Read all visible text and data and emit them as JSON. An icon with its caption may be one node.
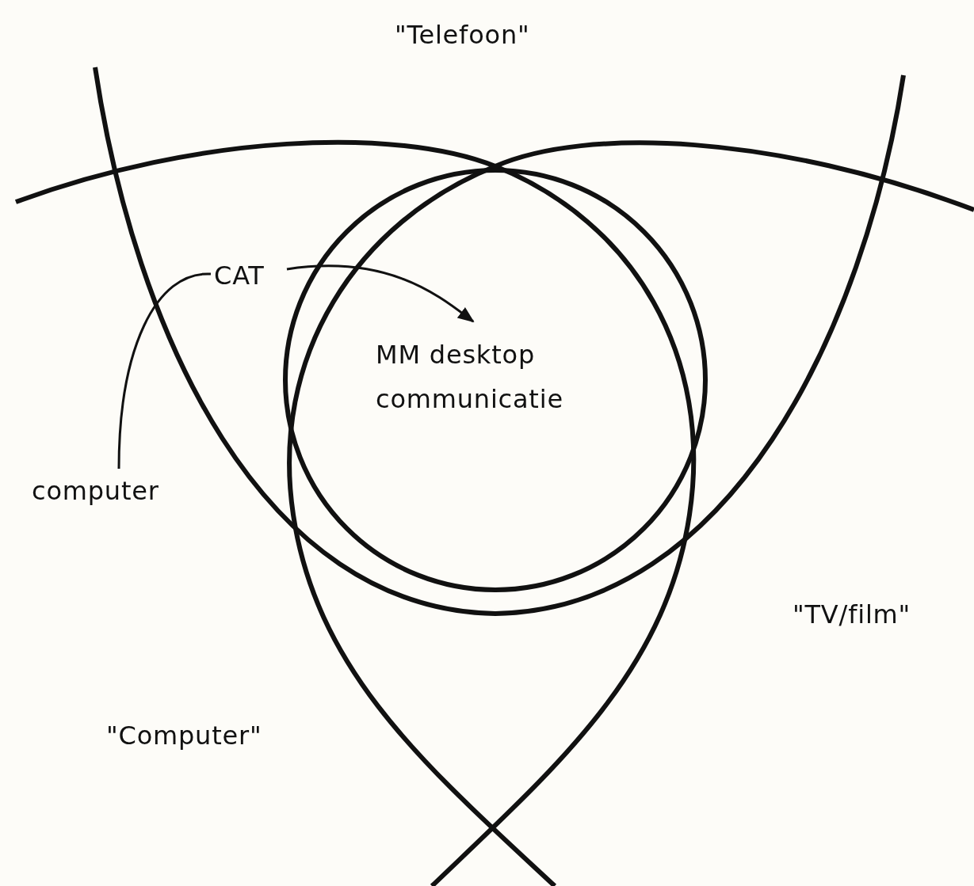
{
  "diagram": {
    "nodes": [
      {
        "text": [
          "CAT"
        ]
      },
      {
        "text": [
          "MM desktop communicatie"
        ]
      },
      {
        "text": [
          "computer"
        ]
      }
    ],
    "edges": [
      {
        "from": 0,
        "to": 1,
        "arrow": "to"
      },
      {
        "from": 2,
        "to": 0,
        "arrow": "none"
      }
    ],
    "labels": [
      "\"Telefoon\"",
      "\"TV/film\"",
      "\"Computer\""
    ]
  }
}
